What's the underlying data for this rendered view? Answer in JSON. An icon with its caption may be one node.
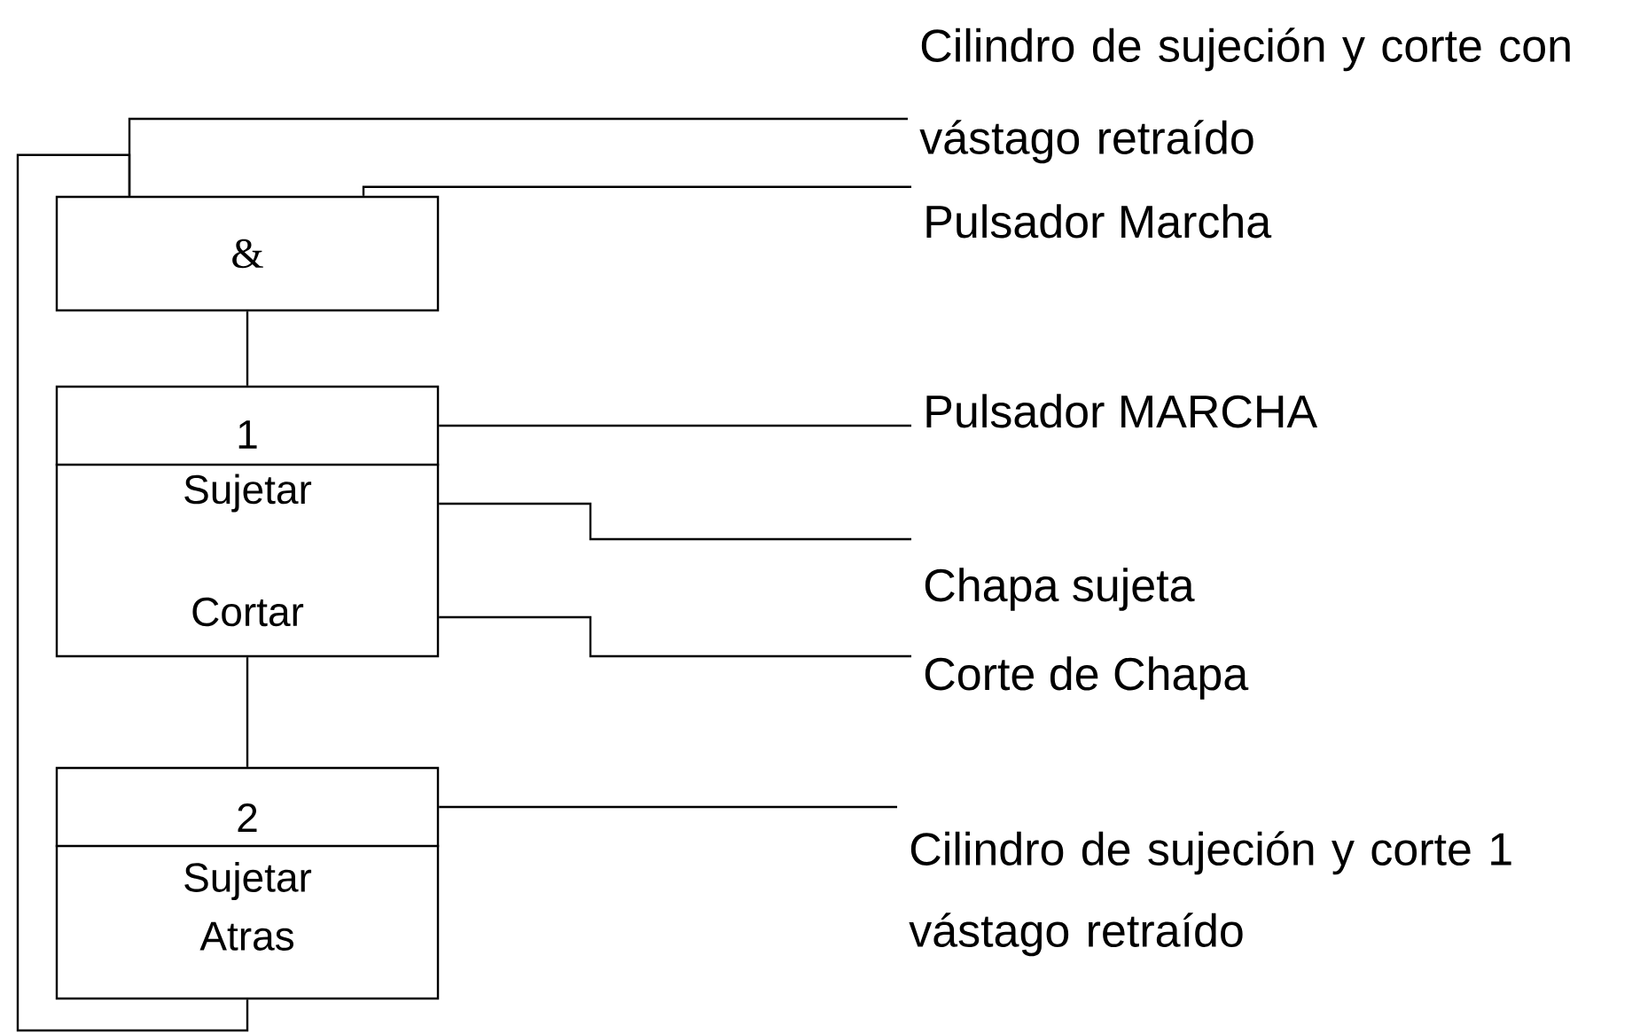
{
  "diagram": {
    "nodes": [
      {
        "text": [
          "&"
        ]
      },
      {
        "text": [
          "1",
          "Sujetar",
          "Cortar"
        ]
      },
      {
        "text": [
          "2",
          "Sujetar Atras"
        ]
      },
      {
        "text": [
          "Cilindro de sujeción y corte con vástago retraído"
        ]
      },
      {
        "text": [
          "Pulsador Marcha"
        ]
      },
      {
        "text": [
          "Pulsador MARCHA"
        ]
      },
      {
        "text": [
          "Chapa sujeta"
        ]
      },
      {
        "text": [
          "Corte de Chapa"
        ]
      },
      {
        "text": [
          "Cilindro de sujeción y corte 1 vástago retraído"
        ]
      }
    ],
    "edges": [
      {
        "from": 0,
        "to": 1,
        "arrow": "none"
      },
      {
        "from": 1,
        "to": 2,
        "arrow": "none"
      },
      {
        "from": 2,
        "to": 0,
        "arrow": "none"
      },
      {
        "from": 3,
        "to": 0,
        "arrow": "none"
      },
      {
        "from": 4,
        "to": 0,
        "arrow": "none"
      },
      {
        "from": 1,
        "to": 5,
        "arrow": "none"
      },
      {
        "from": 1,
        "to": 6,
        "arrow": "none"
      },
      {
        "from": 1,
        "to": 7,
        "arrow": "none"
      },
      {
        "from": 2,
        "to": 8,
        "arrow": "none"
      }
    ]
  }
}
